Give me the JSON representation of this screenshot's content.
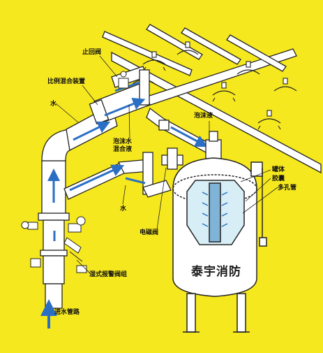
{
  "colors": {
    "background": "#f6e81f",
    "outline": "#222222",
    "pipe": "#ffffff",
    "flow_blue": "#2b6fc4",
    "tank_core": "#7fb3d8",
    "foam": "#d7eef7"
  },
  "labels": {
    "check_valve": "止回阀",
    "proportional_mixer": "比例混合装置",
    "water_top": "水",
    "foam_water_mix_1": "泡沫水",
    "foam_water_mix_2": "混合液",
    "foam_liquid": "泡沫液",
    "tank_body": "罐体",
    "bladder": "胶囊",
    "perforated_pipe": "多孔管",
    "water_bottom": "水",
    "solenoid_valve": "电磁阀",
    "wet_alarm_valve": "湿式报警阀组",
    "inlet_pipe": "进水管路",
    "brand": "泰宇消防"
  },
  "icons": [
    "sprinkler-head-icon",
    "flow-arrow-icon",
    "valve-icon",
    "gauge-icon"
  ]
}
